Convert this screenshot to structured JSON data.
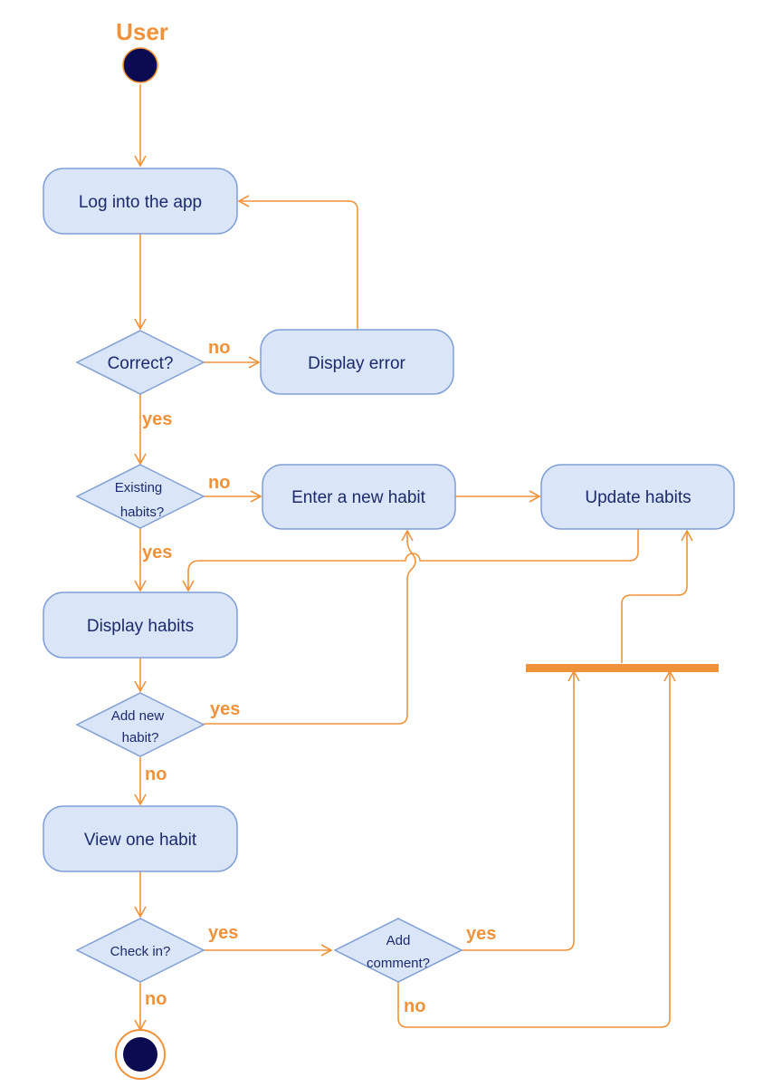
{
  "colors": {
    "line": "#F0923A",
    "node_fill": "#DAE5F7",
    "node_stroke": "#7F9FD6",
    "node_text": "#1C2A6E",
    "terminal_fill": "#0B0B52",
    "label": "#F0923A"
  },
  "actor": {
    "label": "User"
  },
  "nodes": {
    "log_into_app": "Log into the app",
    "display_error": "Display error",
    "enter_new_habit": "Enter a new habit",
    "update_habits": "Update habits",
    "display_habits": "Display habits",
    "view_one_habit": "View one habit"
  },
  "decisions": {
    "correct": [
      "Correct?"
    ],
    "existing_habits": [
      "Existing",
      "habits?"
    ],
    "add_new_habit": [
      "Add new",
      "habit?"
    ],
    "check_in": [
      "Check in?"
    ],
    "add_comment": [
      "Add",
      "comment?"
    ]
  },
  "labels": {
    "correct_no": "no",
    "correct_yes": "yes",
    "existing_no": "no",
    "existing_yes": "yes",
    "add_new_yes": "yes",
    "add_new_no": "no",
    "check_in_yes": "yes",
    "check_in_no": "no",
    "add_comment_yes": "yes",
    "add_comment_no": "no"
  },
  "icons": {
    "start": "initial-node-icon",
    "end": "final-node-icon",
    "join": "join-bar"
  }
}
